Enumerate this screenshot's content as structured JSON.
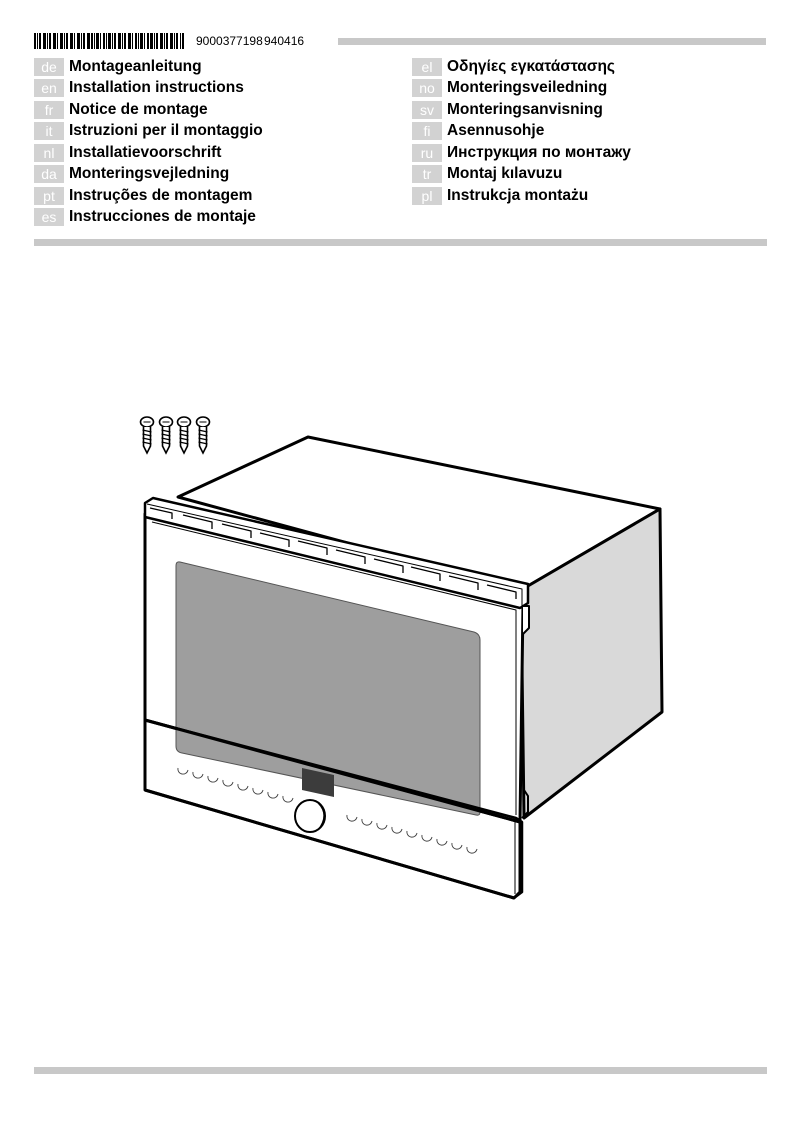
{
  "header": {
    "barcode_label": "barcode",
    "doc_number": "9000377198",
    "doc_date_code": "940416"
  },
  "languages_left": [
    {
      "code": "de",
      "title": "Montageanleitung"
    },
    {
      "code": "en",
      "title": "Installation instructions"
    },
    {
      "code": "fr",
      "title": "Notice de montage"
    },
    {
      "code": "it",
      "title": "Istruzioni per il montaggio"
    },
    {
      "code": "nl",
      "title": "Installatievoorschrift"
    },
    {
      "code": "da",
      "title": "Monteringsvejledning"
    },
    {
      "code": "pt",
      "title": "Instruções de montagem"
    },
    {
      "code": "es",
      "title": "Instrucciones de montaje"
    }
  ],
  "languages_right": [
    {
      "code": "el",
      "title": "Οδηγίες εγκατάστασης"
    },
    {
      "code": "no",
      "title": "Monteringsveiledning"
    },
    {
      "code": "sv",
      "title": "Monteringsanvisning"
    },
    {
      "code": "fi",
      "title": "Asennusohje"
    },
    {
      "code": "ru",
      "title": "Инструкция по монтажу"
    },
    {
      "code": "tr",
      "title": "Montaj kılavuzu"
    },
    {
      "code": "pl",
      "title": "Instrukcja montażu"
    }
  ],
  "illustration": {
    "subject": "built-in oven with mounting screws",
    "screw_count": 4,
    "colors": {
      "outline": "#000000",
      "side_panel": "#d9d9d9",
      "glass": "#9e9e9e",
      "display": "#3c3c3c",
      "rule": "#c8c8c8",
      "lang_badge": "#d2d2d2"
    }
  }
}
